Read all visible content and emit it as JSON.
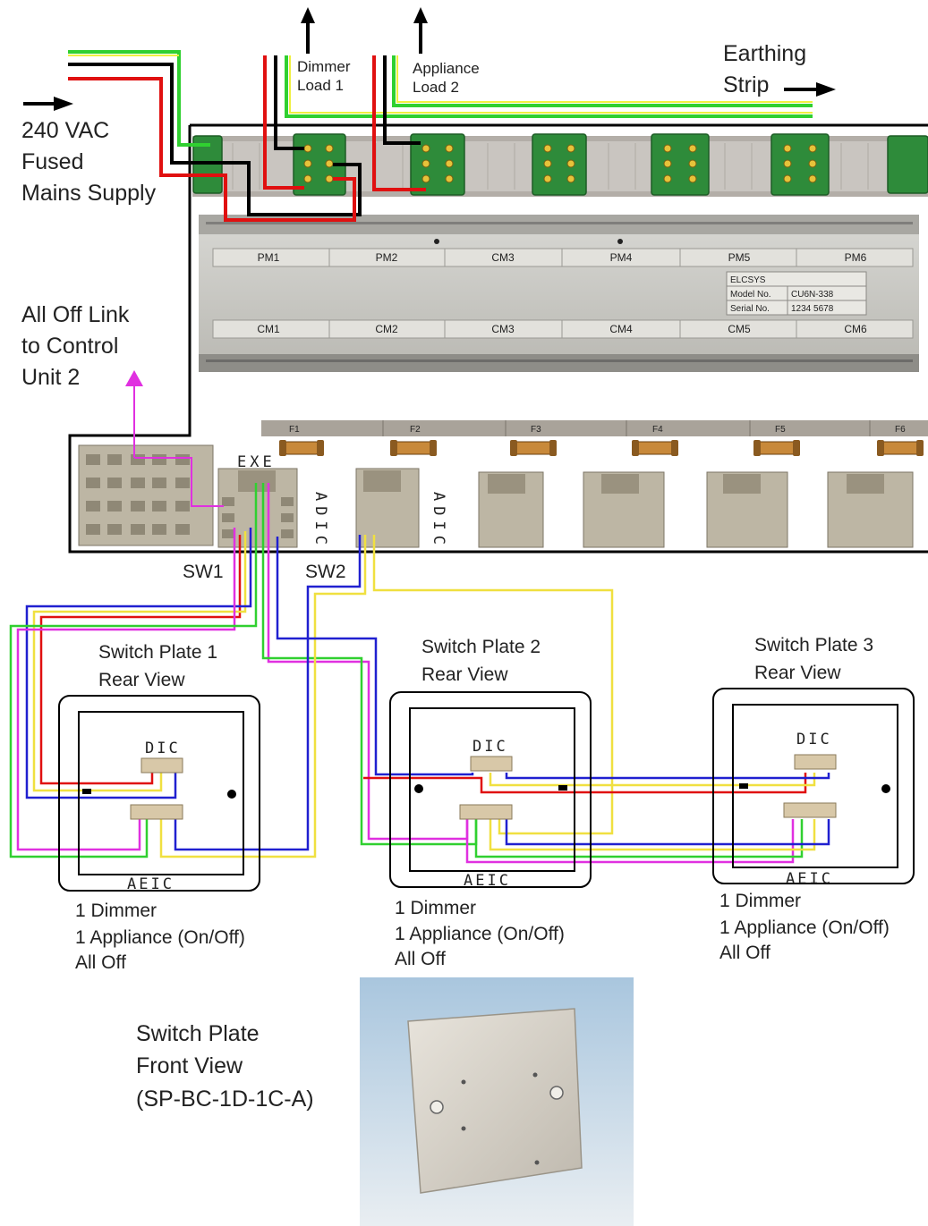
{
  "supply": {
    "line1": "240 VAC",
    "line2": "Fused",
    "line3": "Mains Supply"
  },
  "loads": {
    "dimmer": {
      "line1": "Dimmer",
      "line2": "Load 1"
    },
    "appliance": {
      "line1": "Appliance",
      "line2": "Load 2"
    }
  },
  "earth": {
    "line1": "Earthing",
    "line2": "Strip"
  },
  "alloff": {
    "line1": "All Off  Link",
    "line2": "to Control",
    "line3": "Unit 2"
  },
  "panel": {
    "top_labels": [
      "PM1",
      "PM2",
      "CM3",
      "PM4",
      "PM5",
      "PM6"
    ],
    "bottom_labels": [
      "CM1",
      "CM2",
      "CM3",
      "CM4",
      "CM5",
      "CM6"
    ],
    "plate": {
      "brand": "ELCSYS",
      "model_label": "Model No.",
      "model": "CU6N-338",
      "serial_label": "Serial No.",
      "serial": "1234 5678"
    },
    "fuses": [
      "F1",
      "F2",
      "F3",
      "F4",
      "F5",
      "F6"
    ],
    "exe": "EXE",
    "adic": "ADIC"
  },
  "switches": {
    "sw1": "SW1",
    "sw2": "SW2"
  },
  "plates": [
    {
      "title": "Switch Plate 1",
      "subtitle": "Rear View",
      "top_term": "DIC",
      "bottom_term": "AEIC",
      "desc1": "1 Dimmer",
      "desc2": "1 Appliance (On/Off)",
      "desc3": "All Off"
    },
    {
      "title": "Switch Plate 2",
      "subtitle": "Rear View",
      "top_term": "DIC",
      "bottom_term": "AEIC",
      "desc1": "1 Dimmer",
      "desc2": "1 Appliance (On/Off)",
      "desc3": "All Off"
    },
    {
      "title": "Switch Plate 3",
      "subtitle": "Rear View",
      "top_term": "DIC",
      "bottom_term": "AEIC",
      "desc1": "1 Dimmer",
      "desc2": "1 Appliance (On/Off)",
      "desc3": "All Off"
    }
  ],
  "front": {
    "line1": "Switch Plate",
    "line2": "Front View",
    "line3": "(SP-BC-1D-1C-A)"
  },
  "colors": {
    "active": "#e01010",
    "neutral": "#000000",
    "earth_green": "#30d030",
    "earth_yellow": "#f0f040",
    "wire_blue": "#2020d0",
    "wire_magenta": "#e030e0",
    "wire_yellow": "#f0e040",
    "terminal_green": "#2e8b3a",
    "panel_grey": "#cfcfcc"
  }
}
